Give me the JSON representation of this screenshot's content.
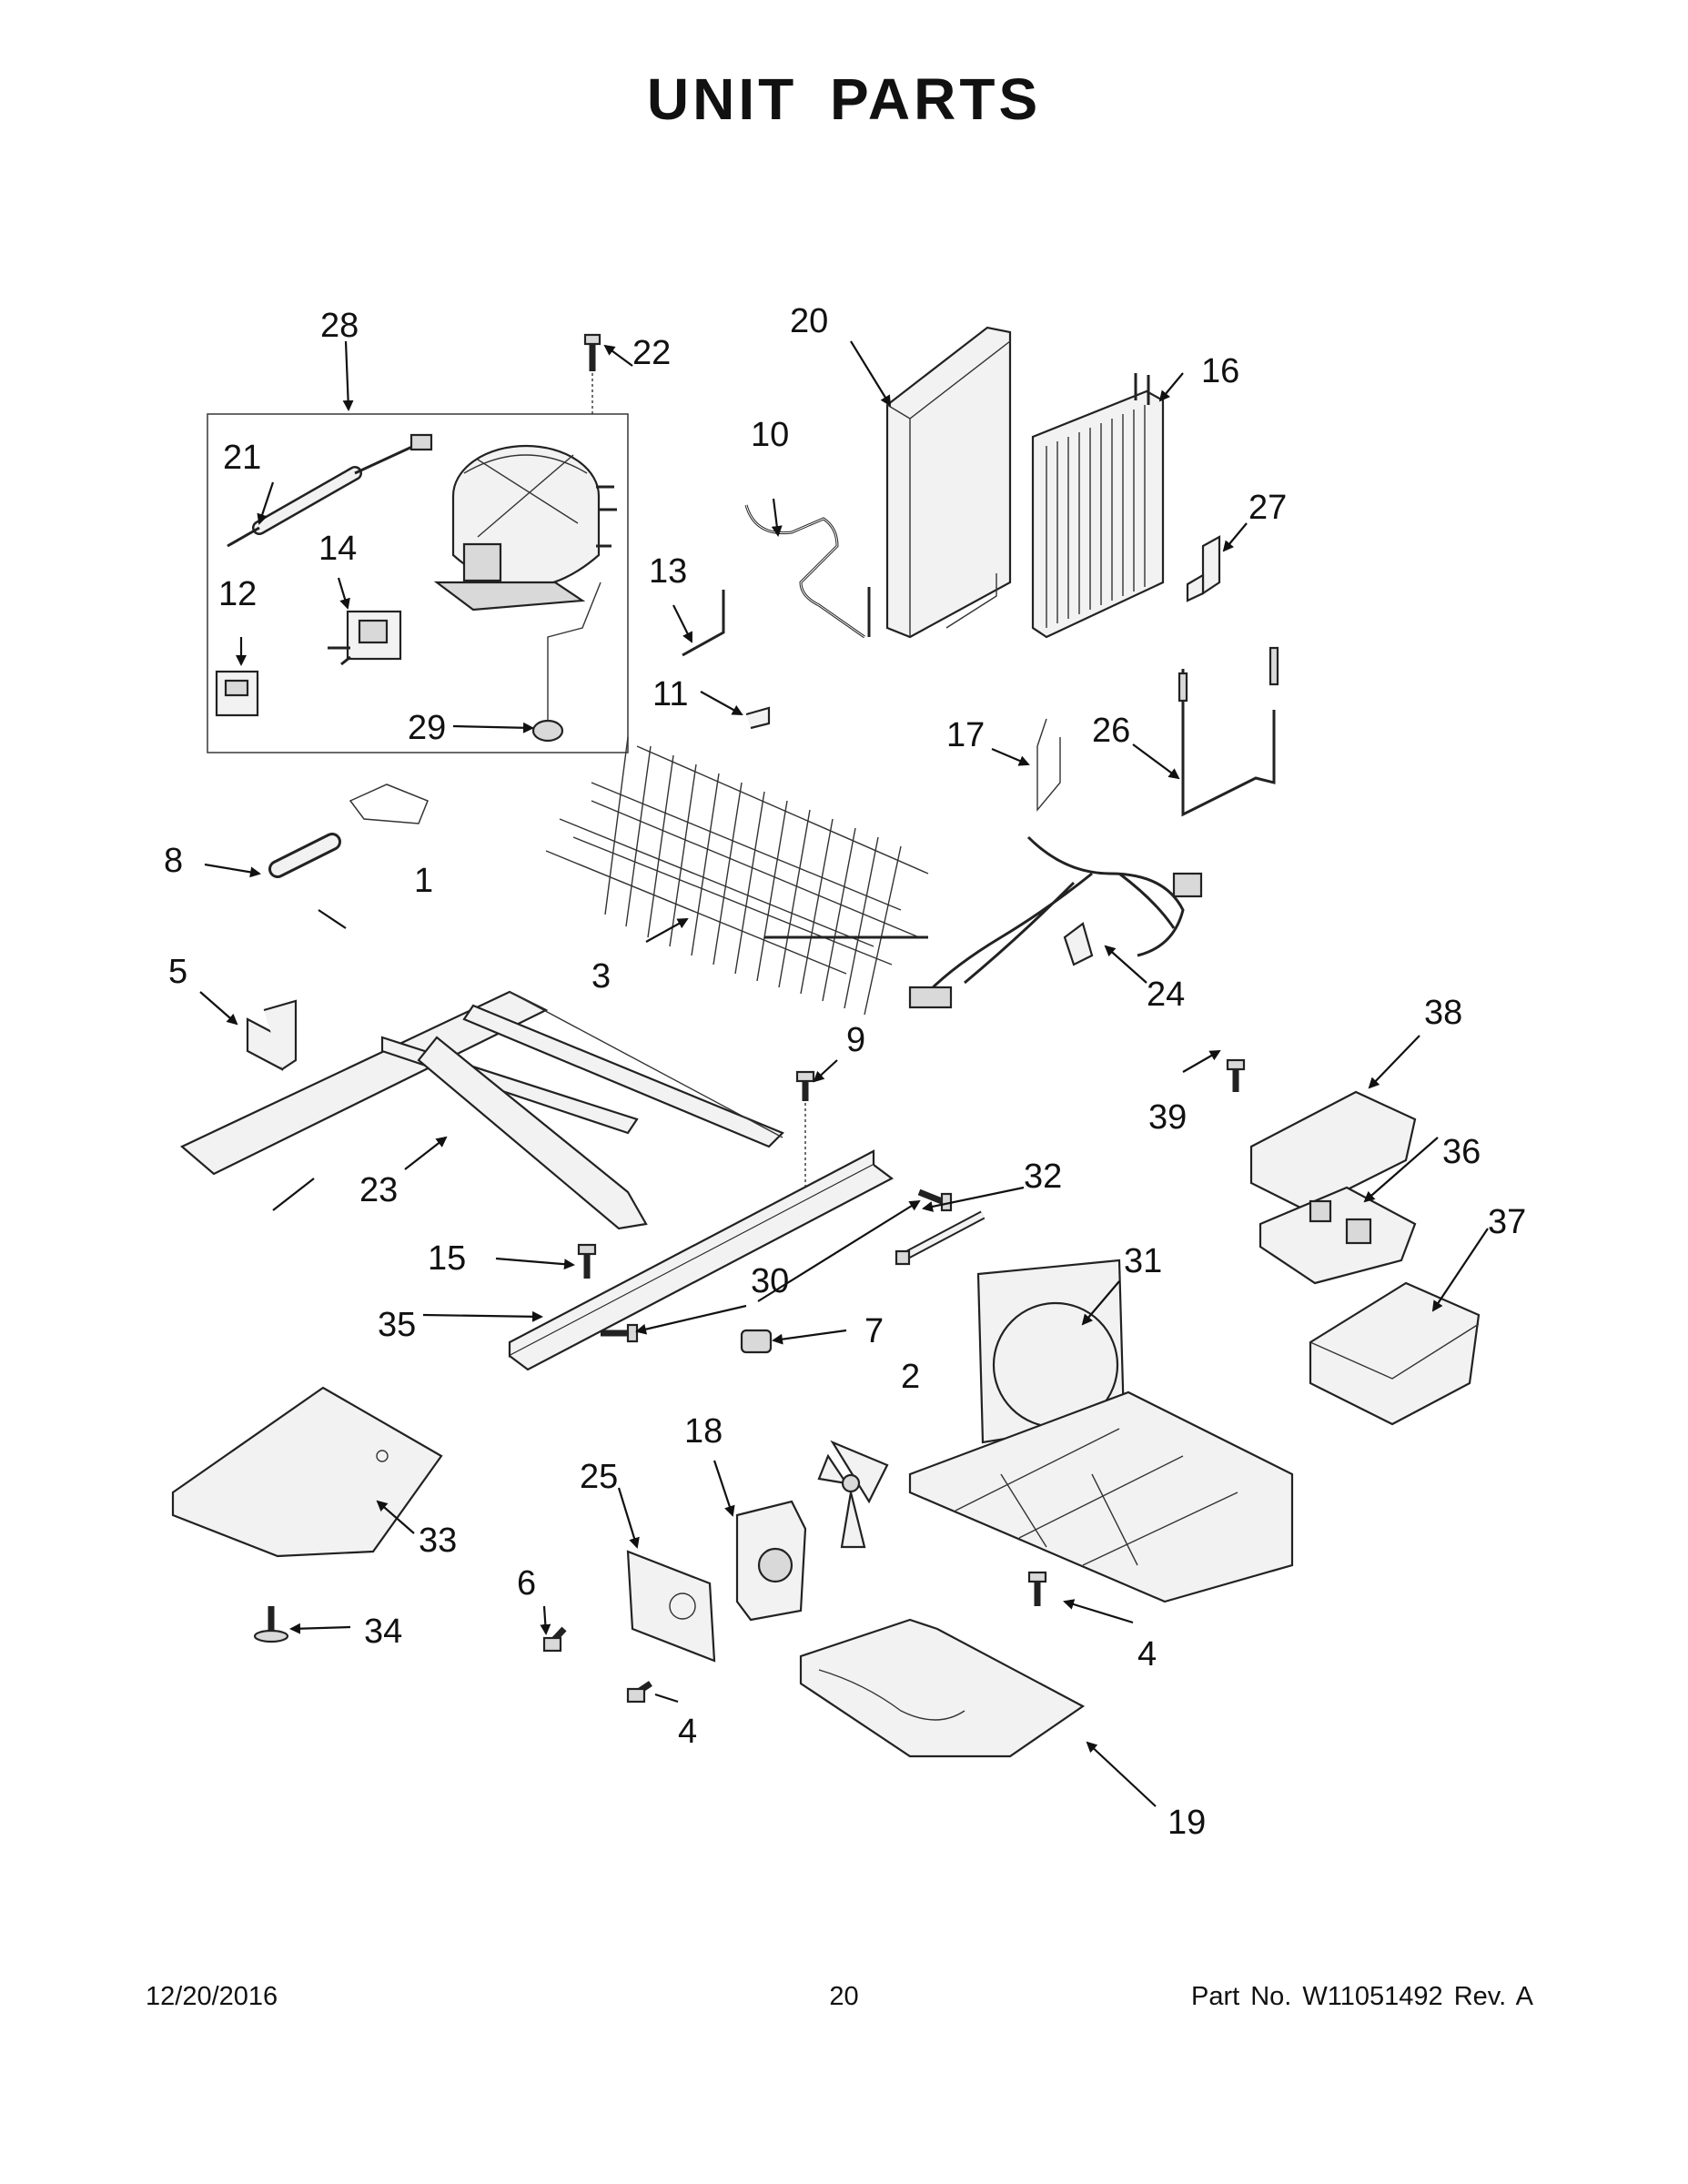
{
  "title": "UNIT PARTS",
  "callouts": [
    {
      "id": "c1",
      "text": "1"
    },
    {
      "id": "c2",
      "text": "2"
    },
    {
      "id": "c3",
      "text": "3"
    },
    {
      "id": "c4a",
      "text": "4"
    },
    {
      "id": "c4b",
      "text": "4"
    },
    {
      "id": "c5",
      "text": "5"
    },
    {
      "id": "c6",
      "text": "6"
    },
    {
      "id": "c7",
      "text": "7"
    },
    {
      "id": "c8",
      "text": "8"
    },
    {
      "id": "c9",
      "text": "9"
    },
    {
      "id": "c10",
      "text": "10"
    },
    {
      "id": "c11",
      "text": "11"
    },
    {
      "id": "c12",
      "text": "12"
    },
    {
      "id": "c13",
      "text": "13"
    },
    {
      "id": "c14",
      "text": "14"
    },
    {
      "id": "c15",
      "text": "15"
    },
    {
      "id": "c16",
      "text": "16"
    },
    {
      "id": "c17",
      "text": "17"
    },
    {
      "id": "c18",
      "text": "18"
    },
    {
      "id": "c19",
      "text": "19"
    },
    {
      "id": "c20",
      "text": "20"
    },
    {
      "id": "c21",
      "text": "21"
    },
    {
      "id": "c22",
      "text": "22"
    },
    {
      "id": "c23",
      "text": "23"
    },
    {
      "id": "c24",
      "text": "24"
    },
    {
      "id": "c25",
      "text": "25"
    },
    {
      "id": "c26",
      "text": "26"
    },
    {
      "id": "c27",
      "text": "27"
    },
    {
      "id": "c28",
      "text": "28"
    },
    {
      "id": "c29",
      "text": "29"
    },
    {
      "id": "c30",
      "text": "30"
    },
    {
      "id": "c31",
      "text": "31"
    },
    {
      "id": "c32",
      "text": "32"
    },
    {
      "id": "c33",
      "text": "33"
    },
    {
      "id": "c34",
      "text": "34"
    },
    {
      "id": "c35",
      "text": "35"
    },
    {
      "id": "c36",
      "text": "36"
    },
    {
      "id": "c37",
      "text": "37"
    },
    {
      "id": "c38",
      "text": "38"
    },
    {
      "id": "c39",
      "text": "39"
    }
  ],
  "footer": {
    "date": "12/20/2016",
    "page": "20",
    "part_number": "Part No.  W11051492  Rev.  A"
  }
}
